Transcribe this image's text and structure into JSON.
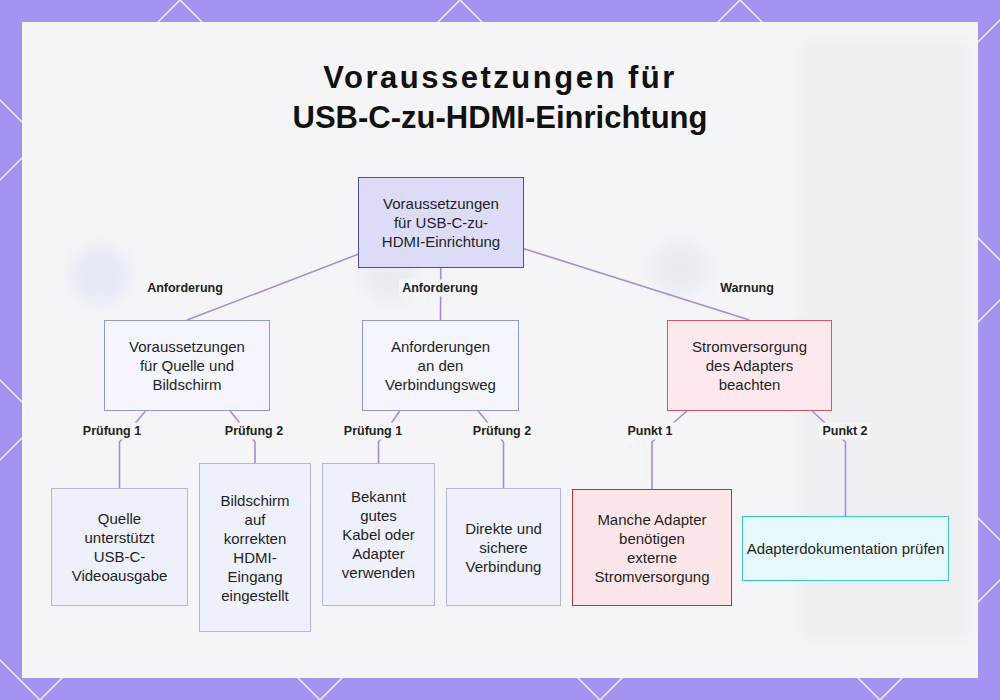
{
  "diagram": {
    "title": "Voraussetzungen für USB-C-zu-HDMI-Einrichtung",
    "nodes": [
      {
        "text": [
          "Voraussetzungen für USB-C-zu-HDMI-Einrichtung"
        ]
      },
      {
        "text": [
          "Voraussetzungen für Quelle und Bildschirm"
        ]
      },
      {
        "text": [
          "Anforderungen an den Verbindungsweg"
        ]
      },
      {
        "text": [
          "Stromversorgung des Adapters beachten"
        ]
      },
      {
        "text": [
          "Quelle unterstützt USB-C-Videoausgabe"
        ]
      },
      {
        "text": [
          "Bildschirm auf korrekten HDMI-Eingang eingestellt"
        ]
      },
      {
        "text": [
          "Bekannt gutes Kabel oder Adapter verwenden"
        ]
      },
      {
        "text": [
          "Direkte und sichere Verbindung"
        ]
      },
      {
        "text": [
          "Manche Adapter benötigen externe Stromversorgung"
        ]
      },
      {
        "text": [
          "Adapterdokumentation prüfen"
        ]
      }
    ],
    "edges": [
      {
        "from": 0,
        "to": 1,
        "label": "Anforderung",
        "arrow": "none"
      },
      {
        "from": 0,
        "to": 2,
        "label": "Anforderung",
        "arrow": "none"
      },
      {
        "from": 0,
        "to": 3,
        "label": "Warnung",
        "arrow": "none"
      },
      {
        "from": 1,
        "to": 4,
        "label": "Prüfung 1",
        "arrow": "none"
      },
      {
        "from": 1,
        "to": 5,
        "label": "Prüfung 2",
        "arrow": "none"
      },
      {
        "from": 2,
        "to": 6,
        "label": "Prüfung 1",
        "arrow": "none"
      },
      {
        "from": 2,
        "to": 7,
        "label": "Prüfung 2",
        "arrow": "none"
      },
      {
        "from": 3,
        "to": 8,
        "label": "Punkt 1",
        "arrow": "none"
      },
      {
        "from": 3,
        "to": 9,
        "label": "Punkt 2",
        "arrow": "none"
      }
    ]
  }
}
